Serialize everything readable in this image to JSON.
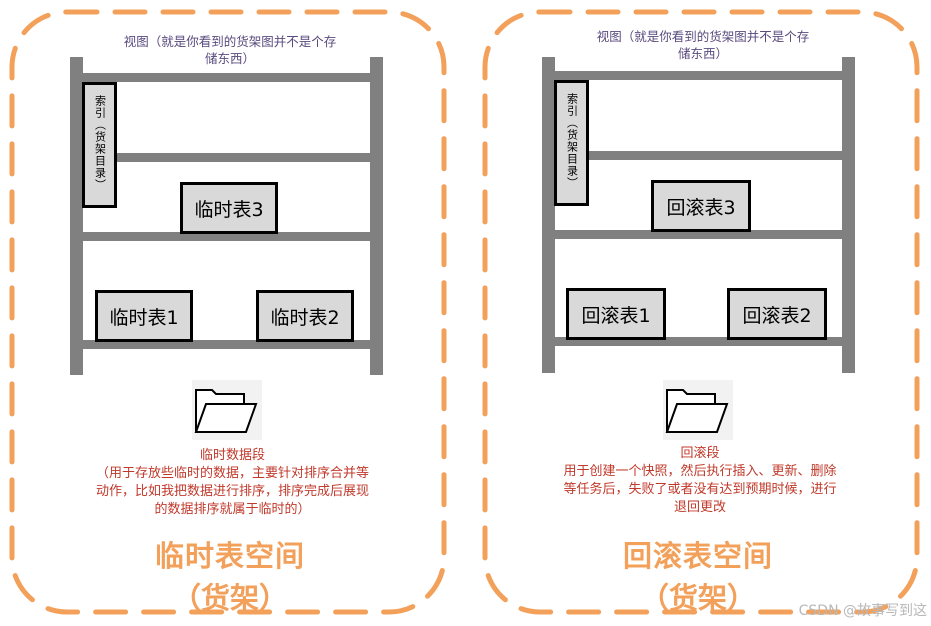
{
  "left": {
    "view_caption_line1": "视图（就是你看到的货架图并不是个存",
    "view_caption_line2": "储东西）",
    "index_label": "索引（货架目录）",
    "table_top": "临时表3",
    "table_bottom_left": "临时表1",
    "table_bottom_right": "临时表2",
    "desc_line1": "临时数据段",
    "desc_line2": "（用于存放些临时的数据，主要针对排序合并等",
    "desc_line3": "动作，比如我把数据进行排序，排序完成后展现",
    "desc_line4": "的数据排序就属于临时的）",
    "title": "临时表空间",
    "subtitle": "（货架）"
  },
  "right": {
    "view_caption_line1": "视图（就是你看到的货架图并不是个存",
    "view_caption_line2": "储东西）",
    "index_label": "索引（货架目录）",
    "table_top": "回滚表3",
    "table_bottom_left": "回滚表1",
    "table_bottom_right": "回滚表2",
    "desc_line1": "回滚段",
    "desc_line2": "用于创建一个快照，然后执行插入、更新、删除",
    "desc_line3": "等任务后，失败了或者没有达到预期时候，进行",
    "desc_line4": "退回更改",
    "title": "回滚表空间",
    "subtitle": "（货架）"
  },
  "watermark": "CSDN @故事写到这",
  "colors": {
    "dash_border": "#f2a05a",
    "shelf": "#808080",
    "box_fill": "#d9d9d9",
    "caption": "#5a4a7e",
    "description": "#c0392b",
    "title": "#f2a05a"
  },
  "icons": [
    "folder-icon"
  ]
}
